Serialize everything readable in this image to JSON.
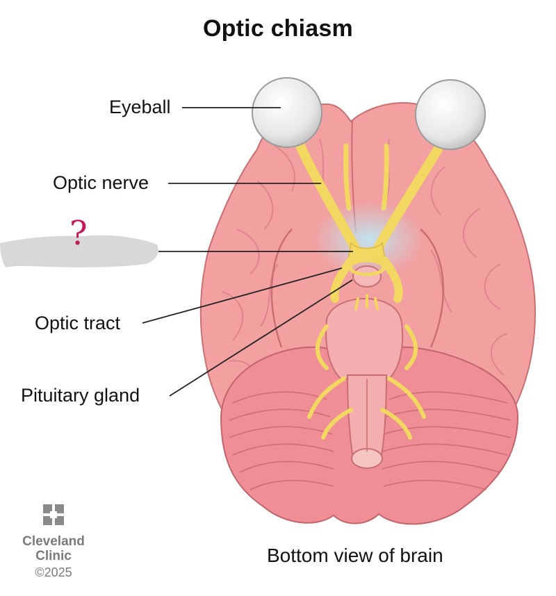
{
  "title": "Optic chiasm",
  "labels": {
    "eyeball": "Eyeball",
    "optic_nerve": "Optic nerve",
    "optic_chiasm": "?",
    "optic_tract": "Optic tract",
    "pituitary_gland": "Pituitary gland"
  },
  "caption": "Bottom view of brain",
  "brand": {
    "line1": "Cleveland",
    "line2": "Clinic",
    "year": "©2025"
  },
  "colors": {
    "brain": "#f2a0a0",
    "cerebellum": "#ef8e94",
    "nerve": "#f2d760",
    "eyeball": "#ececec",
    "highlight": "#bfe6f2",
    "redaction": "#d8d8d8",
    "question_mark": "#c2195a",
    "logo": "#8a8a8a"
  }
}
